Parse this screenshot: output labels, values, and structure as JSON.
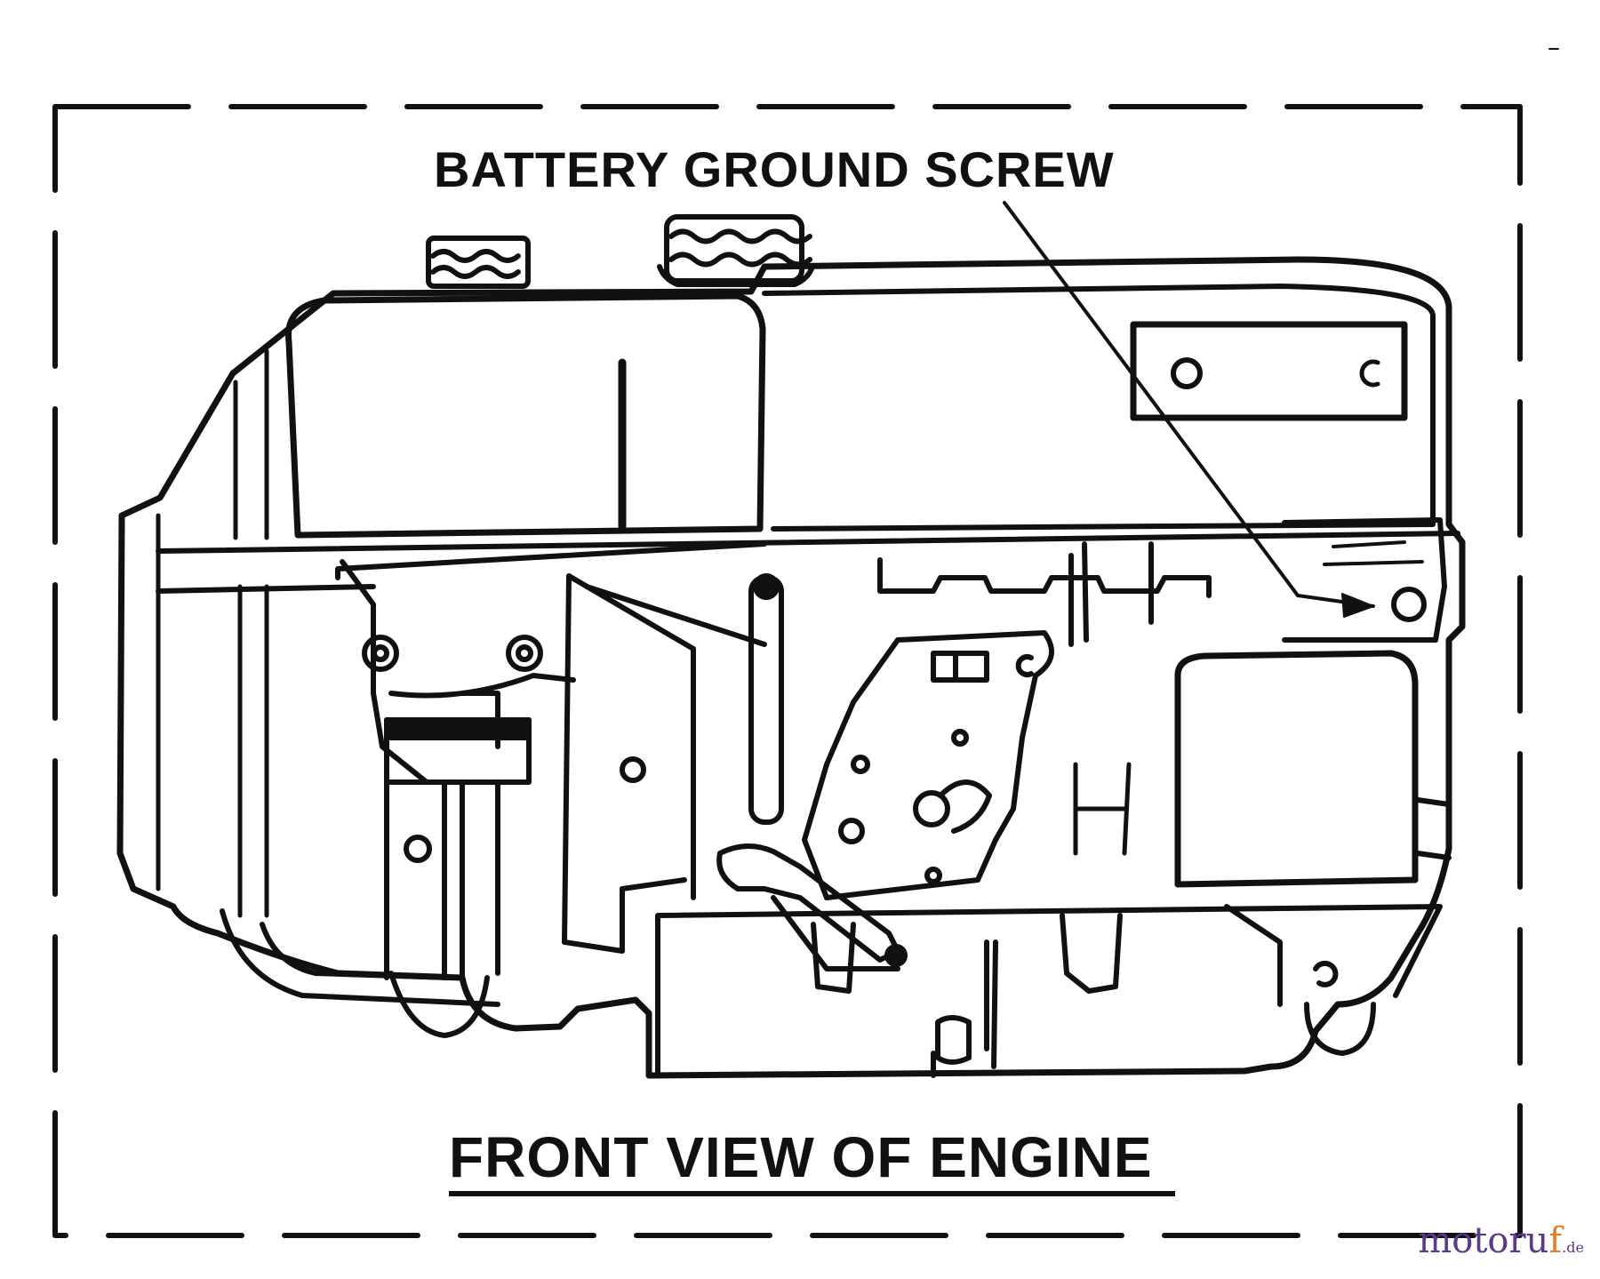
{
  "diagram": {
    "callout_label": "BATTERY GROUND SCREW",
    "caption": "FRONT VIEW OF ENGINE"
  },
  "watermark": {
    "text_main": "motoru",
    "text_accent": "f",
    "text_tld": ".de"
  },
  "colors": {
    "ink": "#111111",
    "background": "#ffffff",
    "watermark_primary": "#5b3a8c",
    "watermark_accent": "#e0802b"
  }
}
